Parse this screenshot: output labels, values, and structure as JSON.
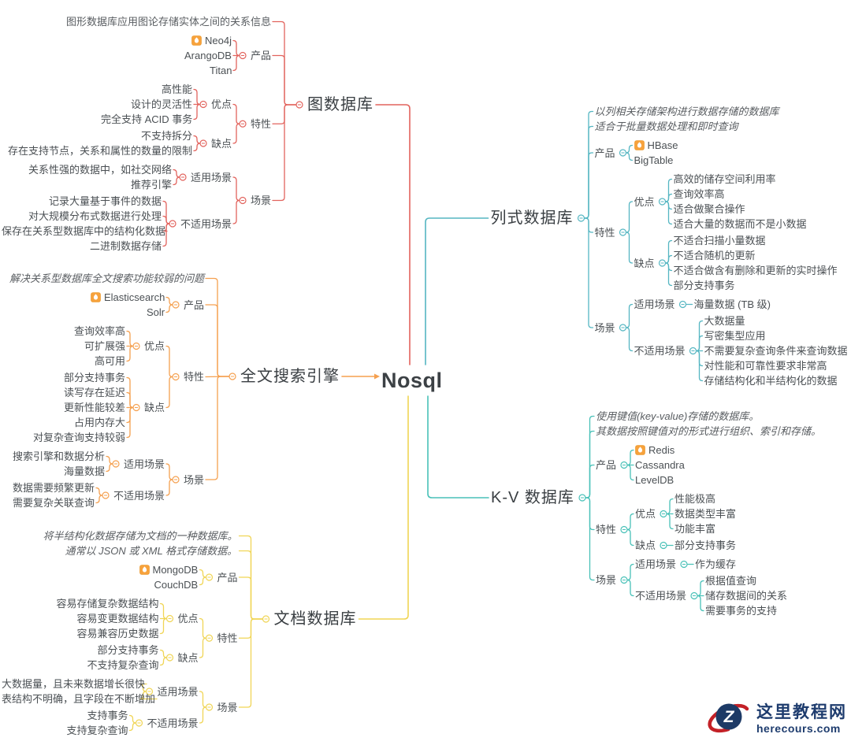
{
  "root": {
    "label": "Nosql"
  },
  "icons": {
    "product_marker": "orange-flame-marker-icon"
  },
  "branches": [
    {
      "id": "graph",
      "label": "图数据库",
      "color": "#e2635d",
      "children": [
        {
          "kind": "note",
          "italic": false,
          "label": "图形数据库应用图论存储实体之间的关系信息"
        },
        {
          "label": "产品",
          "children": [
            {
              "label": "Neo4j",
              "icon": true
            },
            {
              "label": "ArangoDB"
            },
            {
              "label": "Titan"
            }
          ]
        },
        {
          "label": "特性",
          "children": [
            {
              "label": "优点",
              "children": [
                {
                  "label": "高性能"
                },
                {
                  "label": "设计的灵活性"
                },
                {
                  "label": "完全支持 ACID 事务"
                }
              ]
            },
            {
              "label": "缺点",
              "children": [
                {
                  "label": "不支持拆分"
                },
                {
                  "label": "存在支持节点，关系和属性的数量的限制"
                }
              ]
            }
          ]
        },
        {
          "label": "场景",
          "children": [
            {
              "label": "适用场景",
              "children": [
                {
                  "label": "关系性强的数据中，如社交网络"
                },
                {
                  "label": "推荐引擎"
                }
              ]
            },
            {
              "label": "不适用场景",
              "children": [
                {
                  "label": "记录大量基于事件的数据"
                },
                {
                  "label": "对大规模分布式数据进行处理"
                },
                {
                  "label": "保存在关系型数据库中的结构化数据"
                },
                {
                  "label": "二进制数据存储"
                }
              ]
            }
          ]
        }
      ]
    },
    {
      "id": "fulltext",
      "label": "全文搜索引擎",
      "color": "#f5a04f",
      "children": [
        {
          "kind": "note",
          "label": "解决关系型数据库全文搜索功能较弱的问题"
        },
        {
          "label": "产品",
          "children": [
            {
              "label": "Elasticsearch",
              "icon": true
            },
            {
              "label": "Solr"
            }
          ]
        },
        {
          "label": "特性",
          "children": [
            {
              "label": "优点",
              "children": [
                {
                  "label": "查询效率高"
                },
                {
                  "label": "可扩展强"
                },
                {
                  "label": "高可用"
                }
              ]
            },
            {
              "label": "缺点",
              "children": [
                {
                  "label": "部分支持事务"
                },
                {
                  "label": "读写存在延迟"
                },
                {
                  "label": "更新性能较差"
                },
                {
                  "label": "占用内存大"
                },
                {
                  "label": "对复杂查询支持较弱"
                }
              ]
            }
          ]
        },
        {
          "label": "场景",
          "children": [
            {
              "label": "适用场景",
              "children": [
                {
                  "label": "搜索引擎和数据分析"
                },
                {
                  "label": "海量数据"
                }
              ]
            },
            {
              "label": "不适用场景",
              "children": [
                {
                  "label": "数据需要频繁更新"
                },
                {
                  "label": "需要复杂关联查询"
                }
              ]
            }
          ]
        }
      ]
    },
    {
      "id": "doc",
      "label": "文档数据库",
      "color": "#f0d555",
      "children": [
        {
          "kind": "note",
          "label": "将半结构化数据存储为文档的一种数据库。"
        },
        {
          "kind": "note",
          "label": "通常以 JSON 或 XML 格式存储数据。"
        },
        {
          "label": "产品",
          "children": [
            {
              "label": "MongoDB",
              "icon": true
            },
            {
              "label": "CouchDB"
            }
          ]
        },
        {
          "label": "特性",
          "children": [
            {
              "label": "优点",
              "children": [
                {
                  "label": "容易存储复杂数据结构"
                },
                {
                  "label": "容易变更数据结构"
                },
                {
                  "label": "容易兼容历史数据"
                }
              ]
            },
            {
              "label": "缺点",
              "children": [
                {
                  "label": "部分支持事务"
                },
                {
                  "label": "不支持复杂查询"
                }
              ]
            }
          ]
        },
        {
          "label": "场景",
          "children": [
            {
              "label": "适用场景",
              "children": [
                {
                  "label": "大数据量，且未来数据增长很快"
                },
                {
                  "label": "表结构不明确，且字段在不断增加"
                }
              ]
            },
            {
              "label": "不适用场景",
              "children": [
                {
                  "label": "支持事务"
                },
                {
                  "label": "支持复杂查询"
                }
              ]
            }
          ]
        }
      ]
    },
    {
      "id": "column",
      "label": "列式数据库",
      "color": "#55b6c2",
      "children": [
        {
          "kind": "note",
          "label": "以列相关存储架构进行数据存储的数据库"
        },
        {
          "kind": "note",
          "label": "适合于批量数据处理和即时查询"
        },
        {
          "label": "产品",
          "children": [
            {
              "label": "HBase",
              "icon": true
            },
            {
              "label": "BigTable"
            }
          ]
        },
        {
          "label": "特性",
          "children": [
            {
              "label": "优点",
              "children": [
                {
                  "label": "高效的储存空间利用率"
                },
                {
                  "label": "查询效率高"
                },
                {
                  "label": "适合做聚合操作"
                },
                {
                  "label": "适合大量的数据而不是小数据"
                }
              ]
            },
            {
              "label": "缺点",
              "children": [
                {
                  "label": "不适合扫描小量数据"
                },
                {
                  "label": "不适合随机的更新"
                },
                {
                  "label": "不适合做含有删除和更新的实时操作"
                },
                {
                  "label": "部分支持事务"
                }
              ]
            }
          ]
        },
        {
          "label": "场景",
          "children": [
            {
              "label": "适用场景",
              "children": [
                {
                  "label": "海量数据 (TB 级)"
                }
              ]
            },
            {
              "label": "不适用场景",
              "children": [
                {
                  "label": "大数据量"
                },
                {
                  "label": "写密集型应用"
                },
                {
                  "label": "不需要复杂查询条件来查询数据"
                },
                {
                  "label": "对性能和可靠性要求非常高"
                },
                {
                  "label": "存储结构化和半结构化的数据"
                }
              ]
            }
          ]
        }
      ]
    },
    {
      "id": "kv",
      "label": "K-V 数据库",
      "color": "#49c1b8",
      "children": [
        {
          "kind": "note",
          "label": "使用键值(key-value)存储的数据库。"
        },
        {
          "kind": "note",
          "label": "其数据按照键值对的形式进行组织、索引和存储。"
        },
        {
          "label": "产品",
          "children": [
            {
              "label": "Redis",
              "icon": true
            },
            {
              "label": "Cassandra"
            },
            {
              "label": "LevelDB"
            }
          ]
        },
        {
          "label": "特性",
          "children": [
            {
              "label": "优点",
              "children": [
                {
                  "label": "性能极高"
                },
                {
                  "label": "数据类型丰富"
                },
                {
                  "label": "功能丰富"
                }
              ]
            },
            {
              "label": "缺点",
              "children": [
                {
                  "label": "部分支持事务"
                }
              ]
            }
          ]
        },
        {
          "label": "场景",
          "children": [
            {
              "label": "适用场景",
              "children": [
                {
                  "label": "作为缓存"
                }
              ]
            },
            {
              "label": "不适用场景",
              "children": [
                {
                  "label": "根据值查询"
                },
                {
                  "label": "储存数据间的关系"
                },
                {
                  "label": "需要事务的支持"
                }
              ]
            }
          ]
        }
      ]
    }
  ],
  "watermark": {
    "site_name": "这里教程网",
    "site_domain": "herecours.com",
    "logo_letter": "Z"
  }
}
